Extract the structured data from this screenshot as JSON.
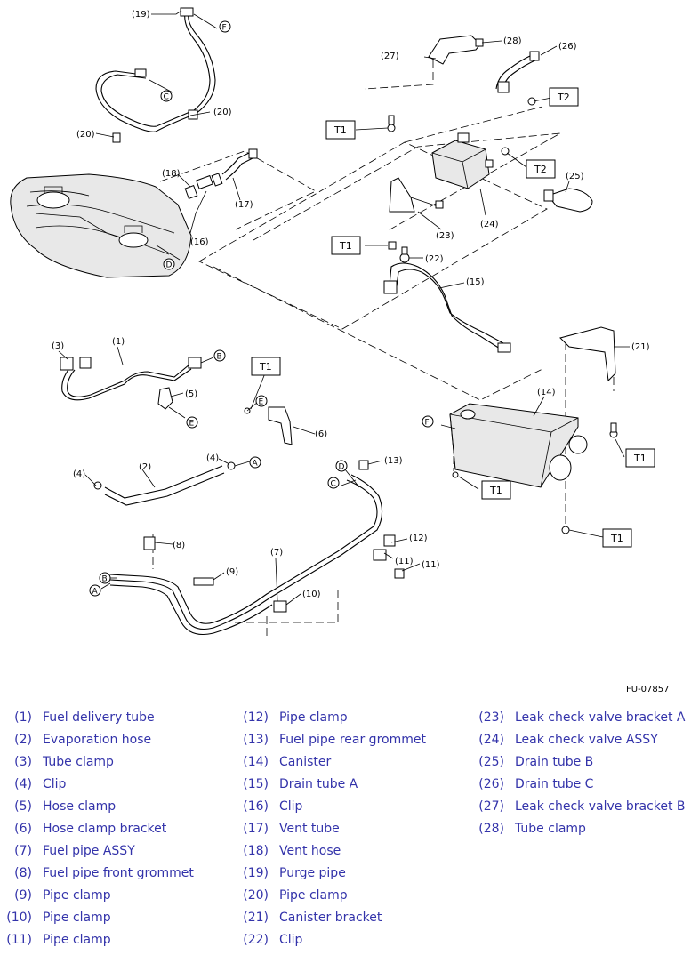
{
  "figure_id": "FU-07857",
  "torque_labels": {
    "t1": "T1",
    "t2": "T2"
  },
  "view_letters": {
    "a": "A",
    "b": "B",
    "c": "C",
    "d": "D",
    "e": "E",
    "f": "F"
  },
  "callouts": [
    "(1)",
    "(2)",
    "(3)",
    "(4)",
    "(5)",
    "(6)",
    "(7)",
    "(8)",
    "(9)",
    "(10)",
    "(11)",
    "(12)",
    "(13)",
    "(14)",
    "(15)",
    "(16)",
    "(17)",
    "(18)",
    "(19)",
    "(20)",
    "(21)",
    "(22)",
    "(23)",
    "(24)",
    "(25)",
    "(26)",
    "(27)",
    "(28)"
  ],
  "legend": [
    {
      "num": "(1)",
      "label": "Fuel delivery tube"
    },
    {
      "num": "(2)",
      "label": "Evaporation hose"
    },
    {
      "num": "(3)",
      "label": "Tube clamp"
    },
    {
      "num": "(4)",
      "label": "Clip"
    },
    {
      "num": "(5)",
      "label": "Hose clamp"
    },
    {
      "num": "(6)",
      "label": "Hose clamp bracket"
    },
    {
      "num": "(7)",
      "label": "Fuel pipe ASSY"
    },
    {
      "num": "(8)",
      "label": "Fuel pipe front grommet"
    },
    {
      "num": "(9)",
      "label": "Pipe clamp"
    },
    {
      "num": "(10)",
      "label": "Pipe clamp"
    },
    {
      "num": "(11)",
      "label": "Pipe clamp"
    },
    {
      "num": "(12)",
      "label": "Pipe clamp"
    },
    {
      "num": "(13)",
      "label": "Fuel pipe rear grommet"
    },
    {
      "num": "(14)",
      "label": "Canister"
    },
    {
      "num": "(15)",
      "label": "Drain tube A"
    },
    {
      "num": "(16)",
      "label": "Clip"
    },
    {
      "num": "(17)",
      "label": "Vent tube"
    },
    {
      "num": "(18)",
      "label": "Vent hose"
    },
    {
      "num": "(19)",
      "label": "Purge pipe"
    },
    {
      "num": "(20)",
      "label": "Pipe clamp"
    },
    {
      "num": "(21)",
      "label": "Canister bracket"
    },
    {
      "num": "(22)",
      "label": "Clip"
    },
    {
      "num": "(23)",
      "label": "Leak check valve bracket A"
    },
    {
      "num": "(24)",
      "label": "Leak check valve ASSY"
    },
    {
      "num": "(25)",
      "label": "Drain tube B"
    },
    {
      "num": "(26)",
      "label": "Drain tube C"
    },
    {
      "num": "(27)",
      "label": "Leak check valve bracket B"
    },
    {
      "num": "(28)",
      "label": "Tube clamp"
    }
  ]
}
